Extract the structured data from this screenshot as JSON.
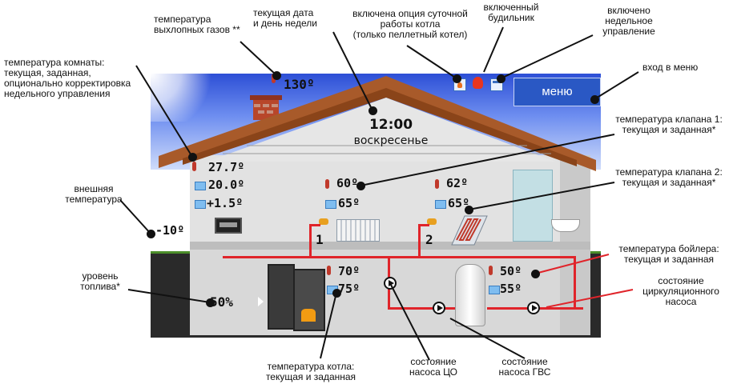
{
  "annotations": {
    "flue_gas": "температура\nвыхлопных газов **",
    "date_day": "текущая дата\nи день недели",
    "nonstop": "включена опция суточной\nработы котла\n(только пеллетный котел)",
    "alarm": "включенный\nбудильник",
    "weekly": "включено\nнедельное\nуправление",
    "menu_entry": "вход в меню",
    "room_temp": "температура комнаты:\nтекущая, заданная,\nопционально корректировка\nнедельного управления",
    "outside_temp": "внешняя\nтемпература",
    "valve1": "температура клапана 1:\nтекущая и заданная*",
    "valve2": "температура клапана 2:\nтекущая и заданная*",
    "fuel_level": "уровень\nтоплива*",
    "boiler_tank": "температура бойлера:\nтекущая и заданная",
    "circ_pump": "состояние\nциркуляционного\nнасоса",
    "kettle_temp": "температура котла:\nтекущая и заданная",
    "co_pump": "состояние\nнасоса ЦО",
    "dhw_pump": "состояние\nнасоса ГВС"
  },
  "screen": {
    "flue_temp": "130º",
    "time": "12:00",
    "day": "воскресенье",
    "menu_label": "меню",
    "outside": "-10º",
    "room": {
      "current": "27.7º",
      "set": "20.0º",
      "correction": "+1.5º"
    },
    "valve1": {
      "current": "60º",
      "set": "65º",
      "label": "1"
    },
    "valve2": {
      "current": "62º",
      "set": "65º",
      "label": "2"
    },
    "fuel": "50%",
    "kettle": {
      "current": "70º",
      "set": "75º"
    },
    "boiler": {
      "current": "50º",
      "set": "55º"
    }
  },
  "colors": {
    "pipe": "#e0242a",
    "roof": "#a85a2a",
    "menu": "#2a58c4",
    "sky": "#2d4fd6"
  }
}
